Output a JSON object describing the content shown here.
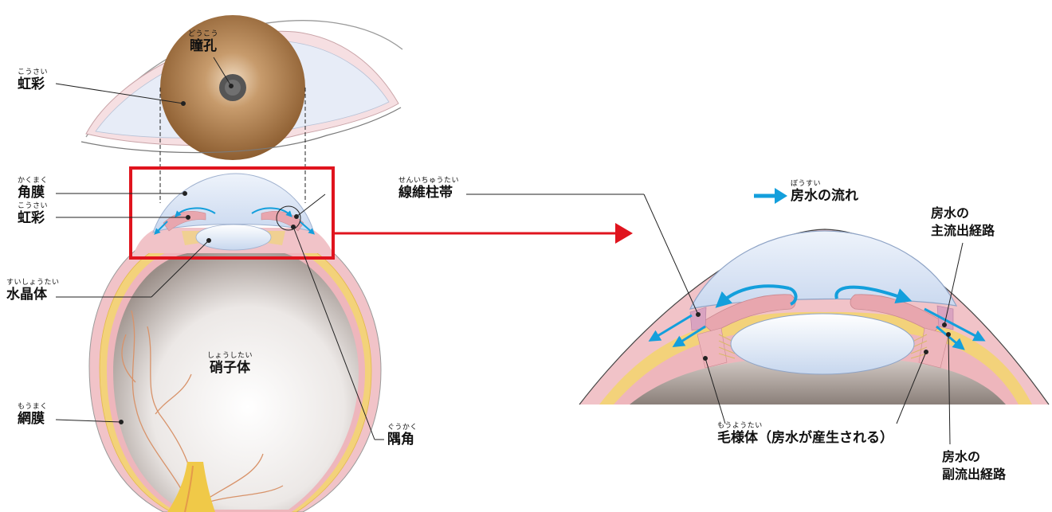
{
  "labels": {
    "pupil": {
      "ruby": "どうこう",
      "text": "瞳孔"
    },
    "iris_top": {
      "ruby": "こうさい",
      "text": "虹彩"
    },
    "cornea": {
      "ruby": "かくまく",
      "text": "角膜"
    },
    "iris": {
      "ruby": "こうさい",
      "text": "虹彩"
    },
    "lens": {
      "ruby": "すいしょうたい",
      "text": "水晶体"
    },
    "vitreous": {
      "ruby": "しょうしたい",
      "text": "硝子体"
    },
    "retina": {
      "ruby": "もうまく",
      "text": "網膜"
    },
    "zonule": {
      "ruby": "せんいちゅうたい",
      "text": "線維柱帯"
    },
    "angle": {
      "ruby": "ぐうかく",
      "text": "隅角"
    },
    "flow": {
      "ruby": "ぼうすい",
      "text": "房水の流れ"
    },
    "ciliary": {
      "ruby": "もうようたい",
      "text": "毛様体（房水が産生される）"
    },
    "main_route": {
      "line1": "房水の",
      "line2": "主流出経路"
    },
    "sub_route": {
      "line1": "房水の",
      "line2": "副流出経路"
    }
  },
  "colors": {
    "highlight_box": "#e0141e",
    "flow_arrow": "#139fdc",
    "iris_brown": "#9a6a3c",
    "sclera_pink": "#f1c3c8",
    "cornea_blue": "#d7e3f4",
    "retina_yellow": "#f3d27a"
  },
  "icons": [
    "arrow-right-icon"
  ]
}
